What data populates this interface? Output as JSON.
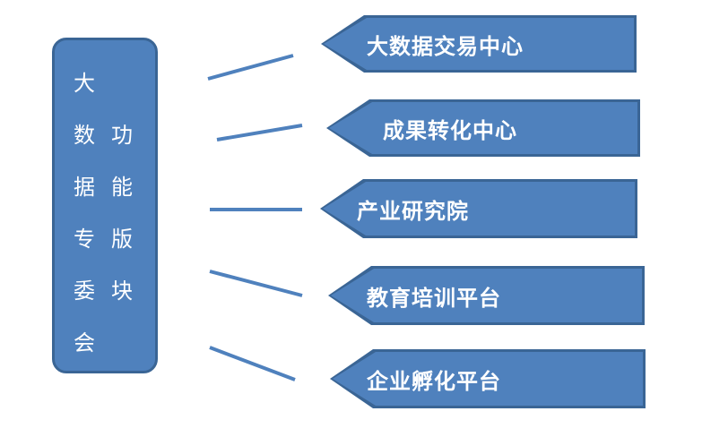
{
  "center": {
    "title_chars": [
      "大",
      "数",
      "据",
      "专",
      "委",
      "会"
    ],
    "subtitle_chars": [
      "功",
      "能",
      "版",
      "块"
    ]
  },
  "modules": [
    {
      "label": "大数据交易中心"
    },
    {
      "label": "成果转化中心"
    },
    {
      "label": "产业研究院"
    },
    {
      "label": "教育培训平台"
    },
    {
      "label": "企业孵化平台"
    }
  ],
  "colors": {
    "fill": "#4f81bd",
    "border": "#3a6595",
    "text": "#ffffff",
    "connector": "#4f81bd"
  }
}
